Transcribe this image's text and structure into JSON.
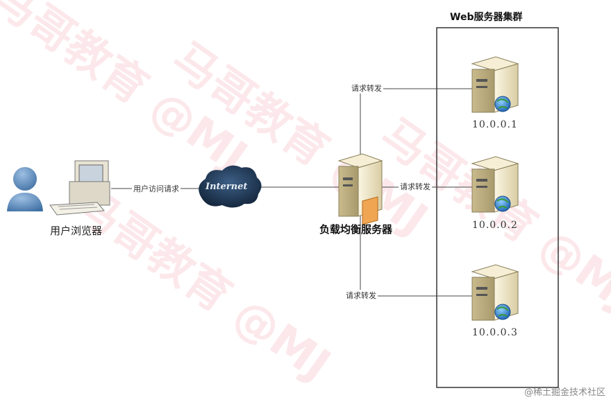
{
  "cluster": {
    "title": "Web服务器集群"
  },
  "client": {
    "label": "用户浏览器"
  },
  "cloud": {
    "label": "Internet"
  },
  "edges": {
    "user_request": "用户访问请求",
    "forward_1": "请求转发",
    "forward_2": "请求转发",
    "forward_3": "请求转发"
  },
  "load_balancer": {
    "label": "负载均衡服务器"
  },
  "servers": [
    {
      "ip": "10.0.0.1"
    },
    {
      "ip": "10.0.0.2"
    },
    {
      "ip": "10.0.0.3"
    }
  ],
  "watermark": {
    "text": "马哥教育 @MJ"
  },
  "footer": {
    "text": "@稀土掘金技术社区"
  },
  "colors": {
    "watermark": "#e65064",
    "server_body": "#efe6c8",
    "cloud": "#1f3550",
    "user": "#5b86b5"
  }
}
